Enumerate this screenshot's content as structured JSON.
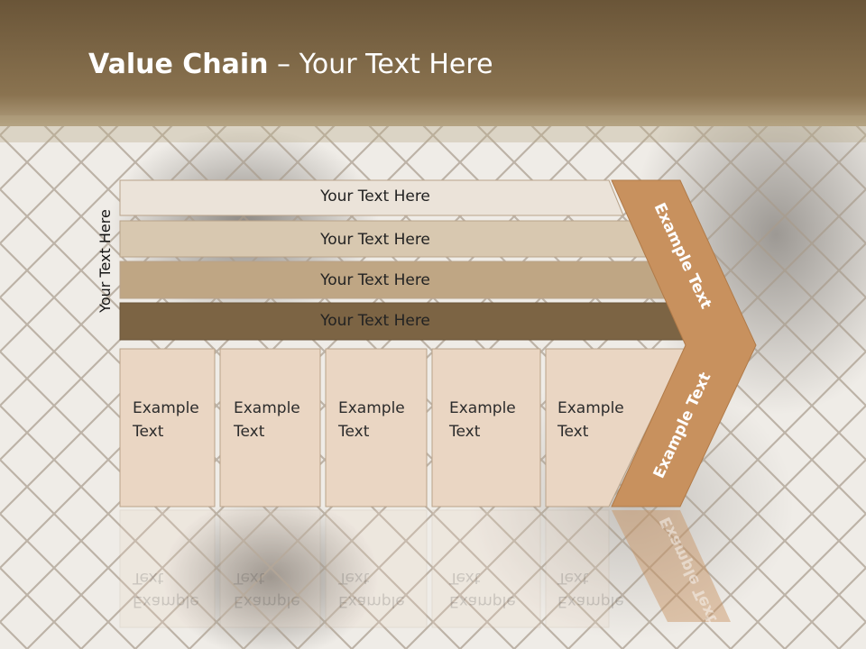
{
  "slide": {
    "title_bold": "Value Chain",
    "title_rest": " – Your Text Here",
    "side_label": "Your Text Here"
  },
  "bars": [
    {
      "label": "Your Text Here",
      "color": "#ebe3d9"
    },
    {
      "label": "Your Text Here",
      "color": "#d8c8b0"
    },
    {
      "label": "Your Text Here",
      "color": "#bfa684"
    },
    {
      "label": "Your Text Here",
      "color": "#7c6444"
    }
  ],
  "boxes": [
    {
      "line1": "Example",
      "line2": "Text"
    },
    {
      "line1": "Example",
      "line2": "Text"
    },
    {
      "line1": "Example",
      "line2": "Text"
    },
    {
      "line1": "Example",
      "line2": "Text"
    },
    {
      "line1": "Example",
      "line2": "Text"
    }
  ],
  "chevron": {
    "upper_label": "Example Text",
    "lower_label": "Example Text",
    "color": "#c8915e"
  },
  "colors": {
    "header": "#7a6245",
    "box_fill": "#ead6c3",
    "box_border": "#b9a38a"
  }
}
